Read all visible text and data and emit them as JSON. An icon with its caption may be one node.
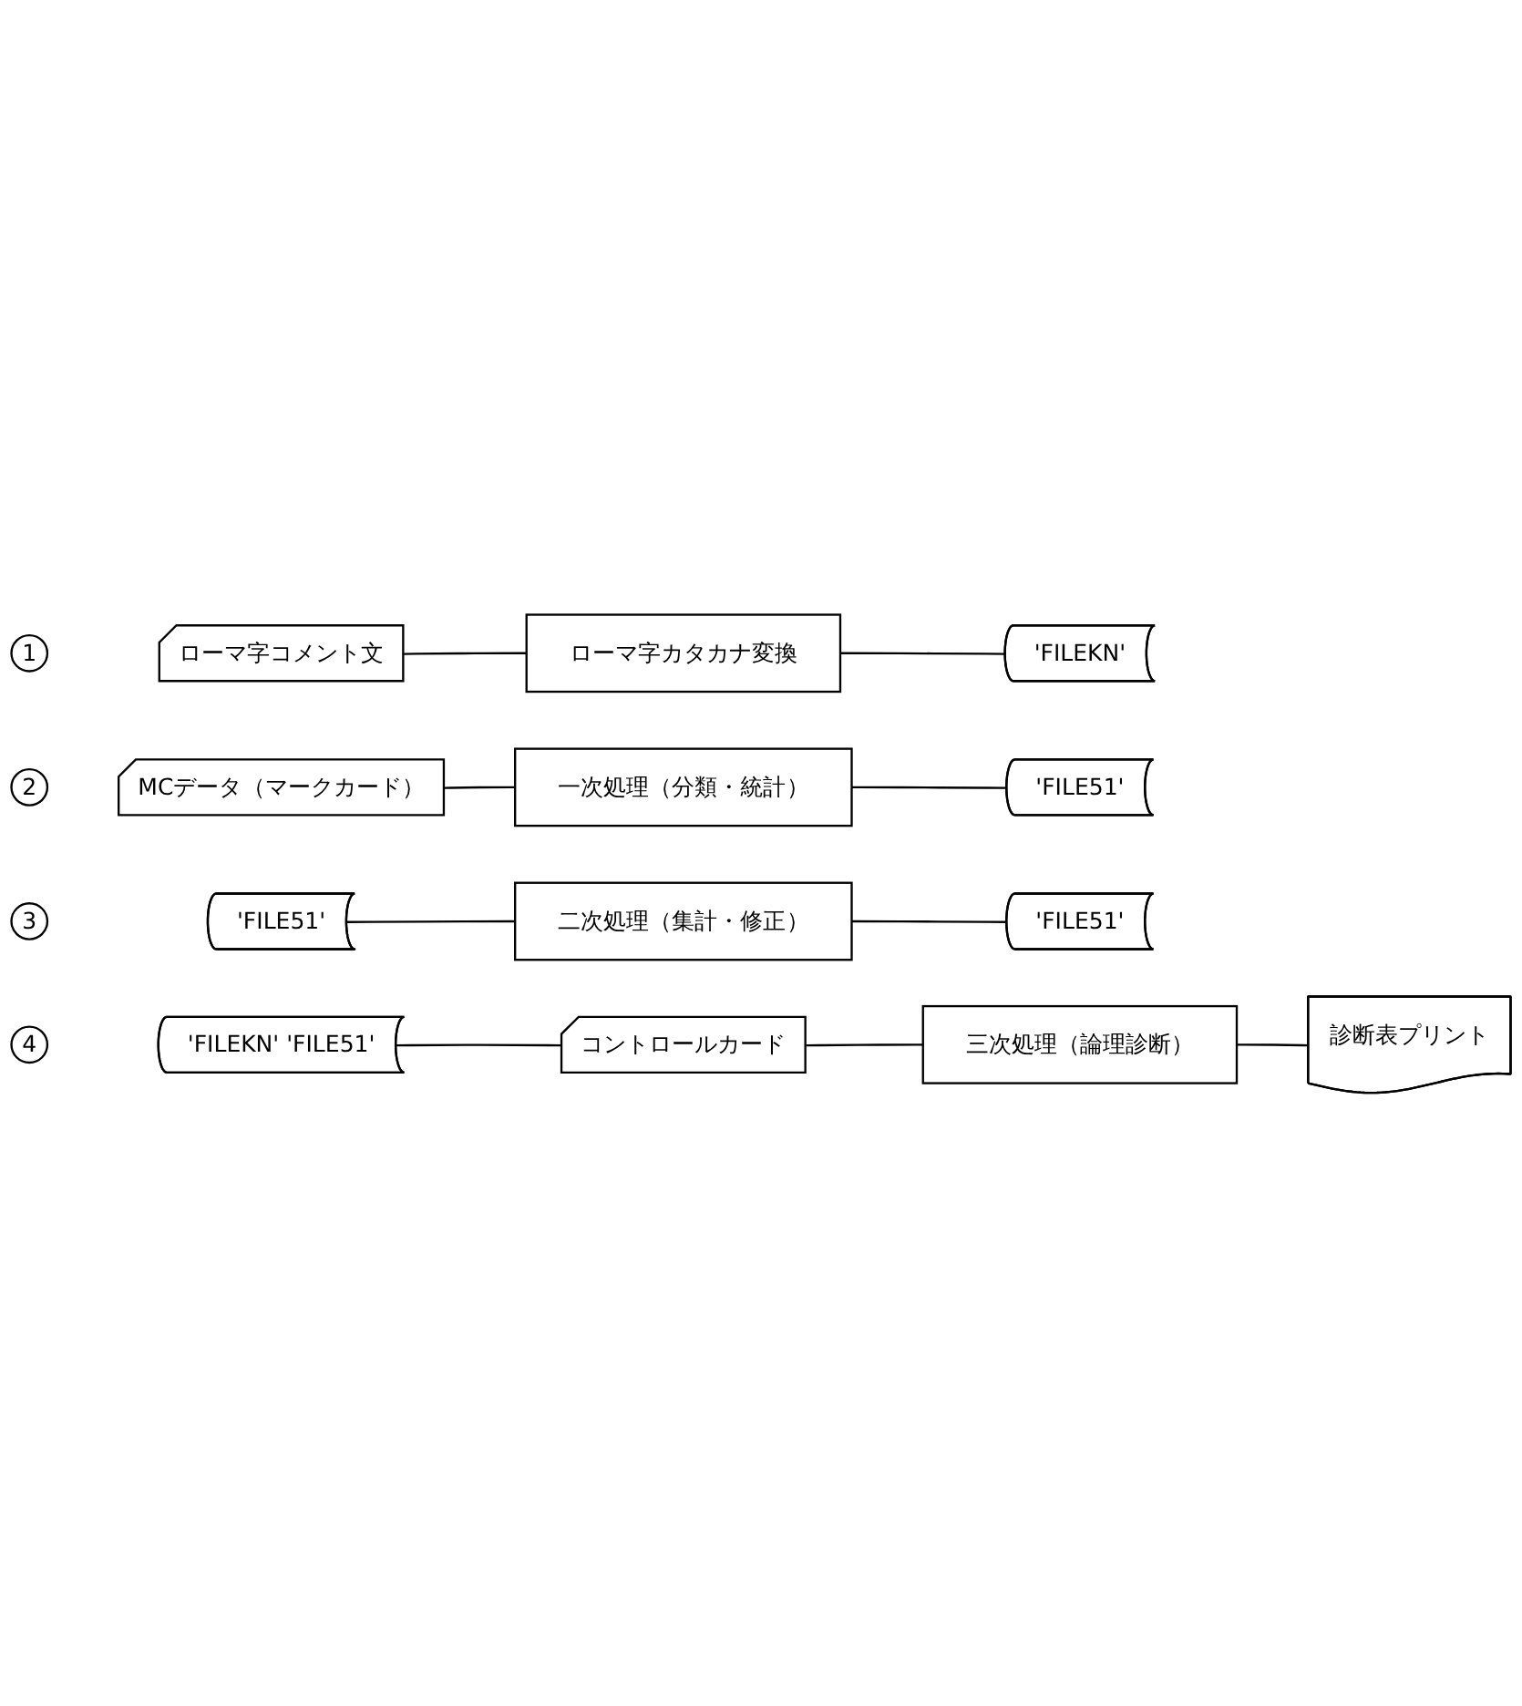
{
  "diagram": {
    "nodes": [
      {
        "text": [
          "1"
        ]
      },
      {
        "text": [
          "ローマ字コメント文"
        ]
      },
      {
        "text": [
          "ローマ字カタカナ変換"
        ]
      },
      {
        "text": [
          "'FILEKN'"
        ]
      },
      {
        "text": [
          "2"
        ]
      },
      {
        "text": [
          "MCデータ（マークカード）"
        ]
      },
      {
        "text": [
          "一次処理（分類・統計）"
        ]
      },
      {
        "text": [
          "'FILE51'"
        ]
      },
      {
        "text": [
          "3"
        ]
      },
      {
        "text": [
          "'FILE51'"
        ]
      },
      {
        "text": [
          "二次処理（集計・修正）"
        ]
      },
      {
        "text": [
          "'FILE51'"
        ]
      },
      {
        "text": [
          "4"
        ]
      },
      {
        "text": [
          "'FILEKN' 'FILE51'"
        ]
      },
      {
        "text": [
          "コントロールカード"
        ]
      },
      {
        "text": [
          "三次処理（論理診断）"
        ]
      },
      {
        "text": [
          "診断表プリント"
        ]
      }
    ],
    "edges": [
      {
        "from": 1,
        "to": 2,
        "arrow": "none"
      },
      {
        "from": 2,
        "to": 3,
        "arrow": "none"
      },
      {
        "from": 5,
        "to": 6,
        "arrow": "none"
      },
      {
        "from": 6,
        "to": 7,
        "arrow": "none"
      },
      {
        "from": 9,
        "to": 10,
        "arrow": "none"
      },
      {
        "from": 10,
        "to": 11,
        "arrow": "none"
      },
      {
        "from": 13,
        "to": 14,
        "arrow": "none"
      },
      {
        "from": 14,
        "to": 15,
        "arrow": "none"
      },
      {
        "from": 15,
        "to": 16,
        "arrow": "none"
      }
    ]
  }
}
